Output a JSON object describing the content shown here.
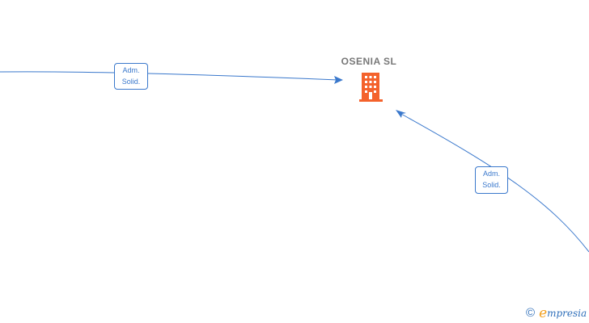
{
  "company": {
    "name": "OSENIA SL",
    "icon": "building-icon",
    "color": "#f4622c"
  },
  "relations": [
    {
      "label_line1": "Adm.",
      "label_line2": "Solid.",
      "direction": "incoming"
    },
    {
      "label_line1": "Adm.",
      "label_line2": "Solid.",
      "direction": "incoming"
    }
  ],
  "edge_color": "#3a78cc",
  "watermark": {
    "symbol": "©",
    "brand_initial": "e",
    "brand_rest": "mpresia"
  }
}
